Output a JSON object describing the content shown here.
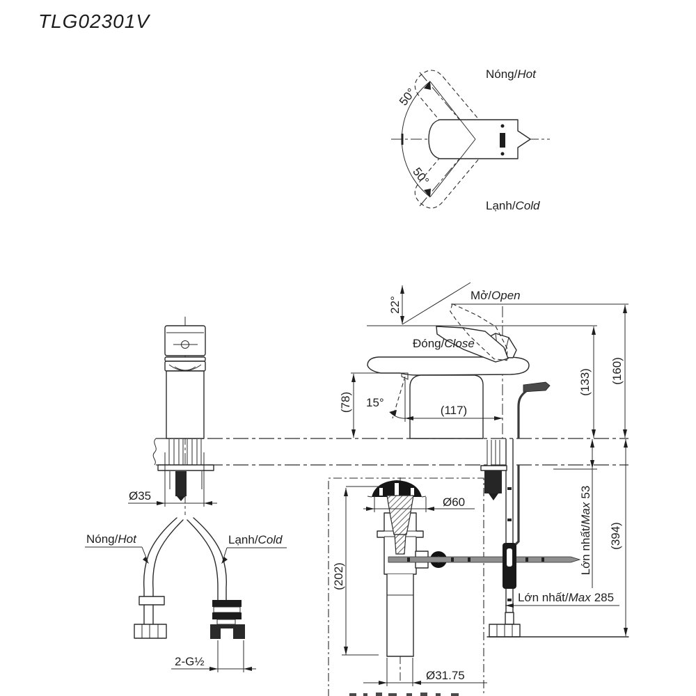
{
  "title": "TLG02301V",
  "colors": {
    "ink": "#2a2a2a",
    "rod_gray": "#8f8f8f",
    "background": "#ffffff"
  },
  "top_view": {
    "angle_upper": "50°",
    "angle_lower": "50°",
    "hot_label_vi": "Nóng/",
    "hot_label_en": "Hot",
    "cold_label_vi": "Lạnh/",
    "cold_label_en": "Cold"
  },
  "side_view": {
    "open_label_vi": "Mở/",
    "open_label_en": "Open",
    "close_label_vi": "Đóng/",
    "close_label_en": "Close",
    "handle_angle": "22°",
    "aerator_angle": "15°",
    "spout_reach": "(117)",
    "spout_height": "(78)",
    "height_closed": "(133)",
    "height_open": "(160)",
    "deck_thickness_vi": "Lớn nhất/",
    "deck_thickness_en": "Max",
    "deck_thickness_value": "53",
    "below_counter_depth": "(394)",
    "rod_length_vi": "Lớn nhất/",
    "rod_length_en": "Max",
    "rod_length_value": "285"
  },
  "front_view": {
    "body_diameter": "Ø35",
    "hot_label_vi": "Nóng/",
    "hot_label_en": "Hot",
    "cold_label_vi": "Lạnh/",
    "cold_label_en": "Cold",
    "supply_thread": "2-G½"
  },
  "drain_unit": {
    "flange_diameter": "Ø60",
    "assembly_length": "(202)",
    "pipe_diameter": "Ø31.75"
  }
}
